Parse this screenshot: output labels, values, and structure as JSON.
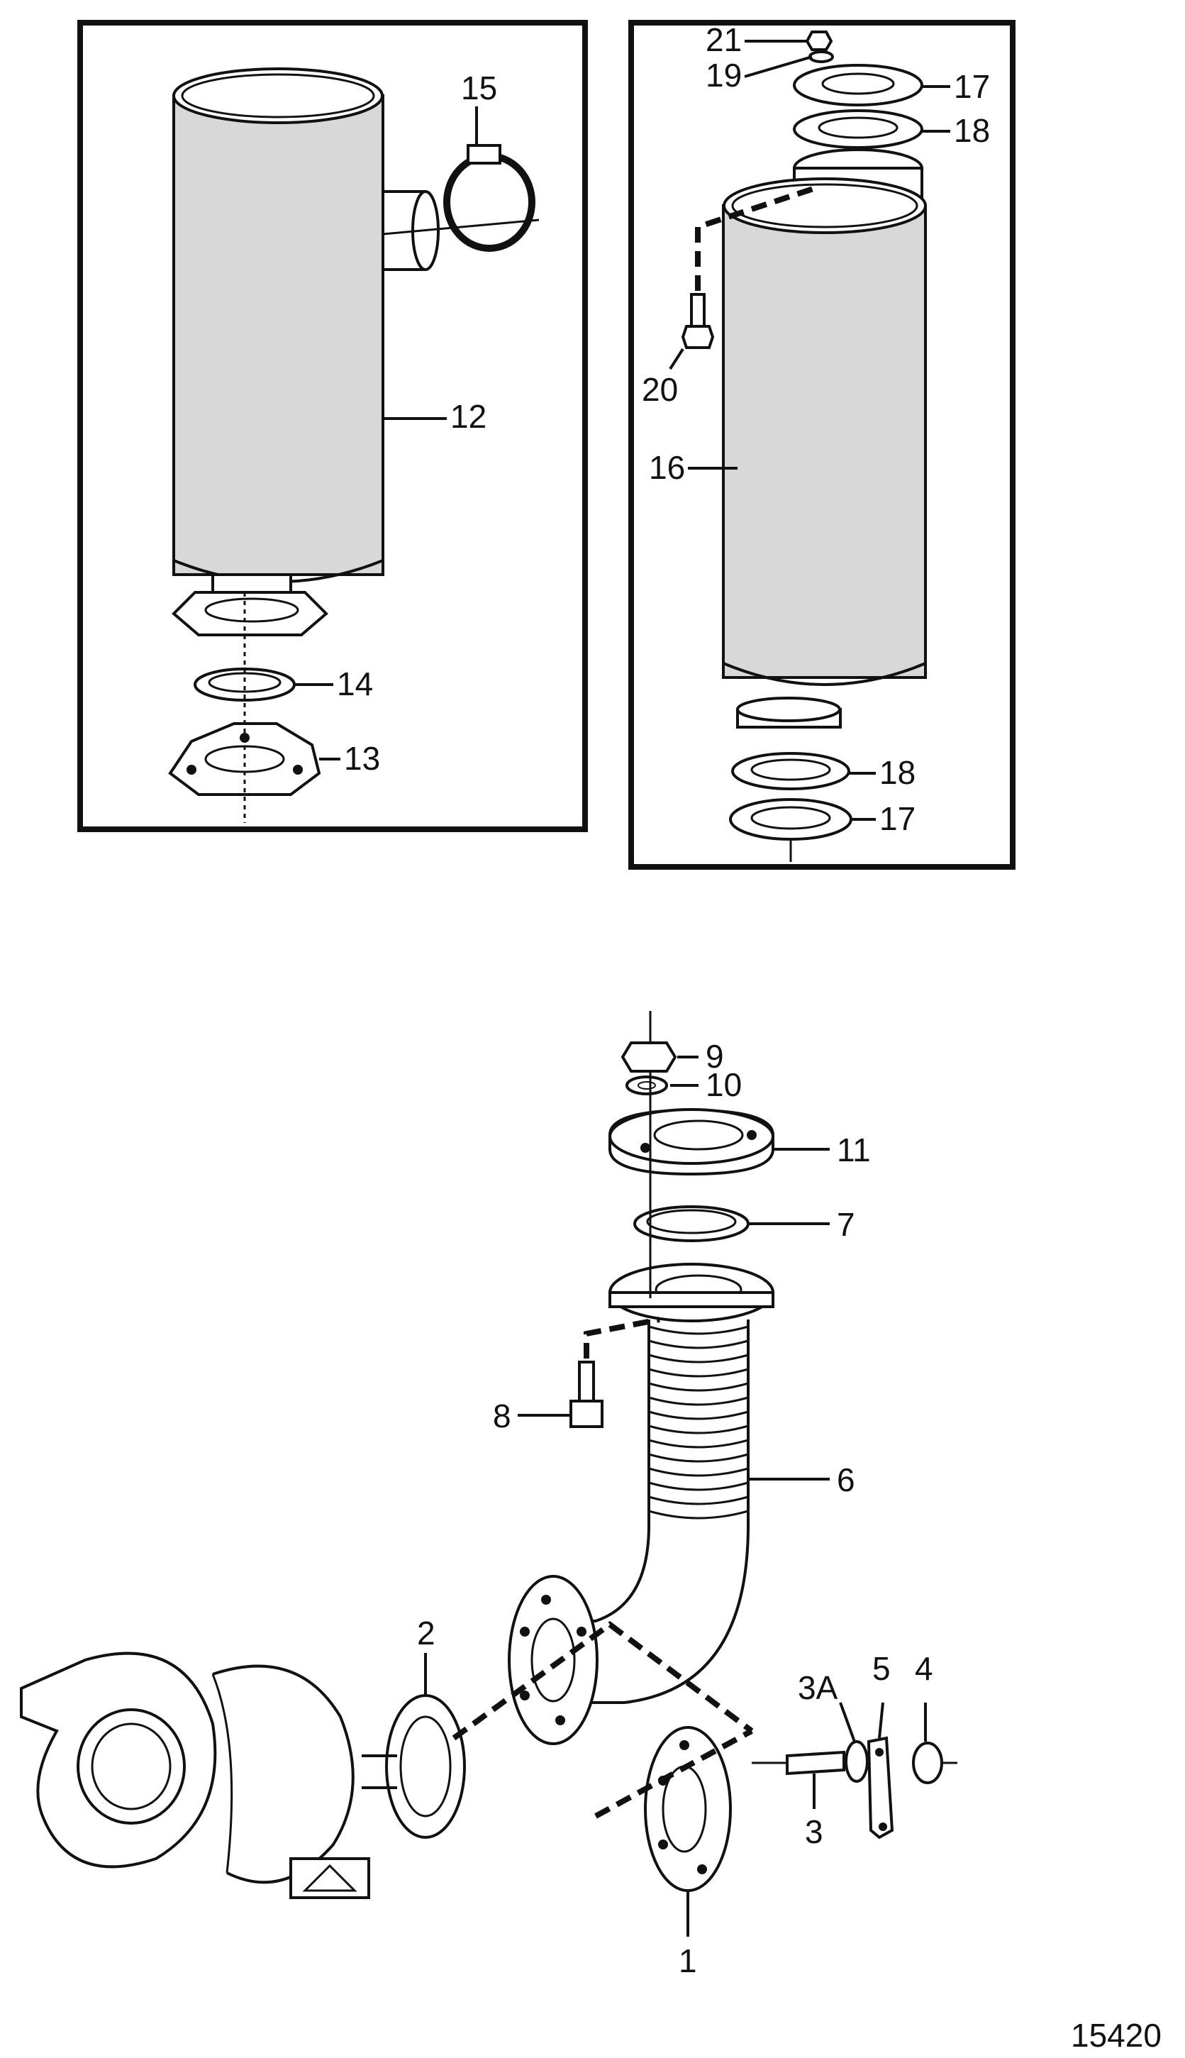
{
  "figure_reference": "15420",
  "callouts": {
    "c1": "1",
    "c2": "2",
    "c3": "3",
    "c3a": "3A",
    "c4": "4",
    "c5": "5",
    "c6": "6",
    "c7": "7",
    "c8": "8",
    "c9": "9",
    "c10": "10",
    "c11": "11",
    "c12": "12",
    "c13": "13",
    "c14": "14",
    "c15": "15",
    "c16": "16",
    "c17a": "17",
    "c17b": "17",
    "c18a": "18",
    "c18b": "18",
    "c19": "19",
    "c20": "20",
    "c21": "21"
  }
}
